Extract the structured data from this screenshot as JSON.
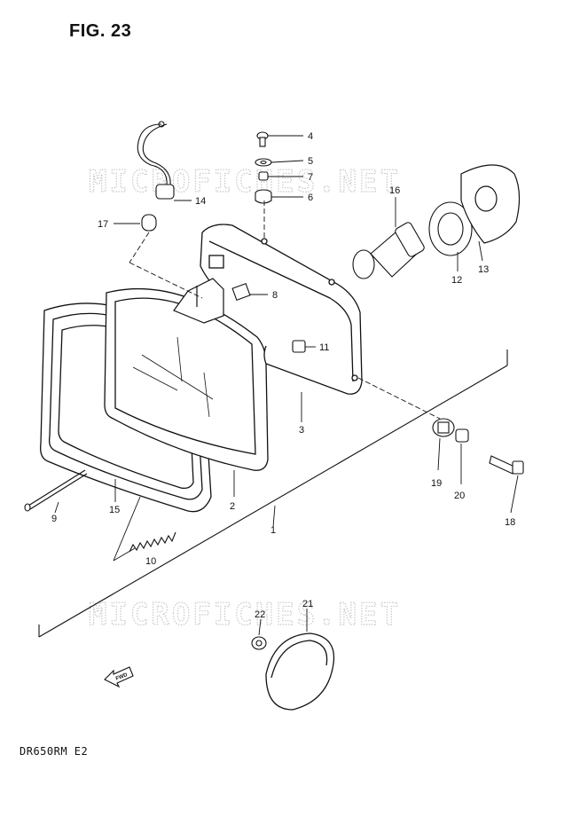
{
  "figure": {
    "title": "FIG. 23",
    "model_code": "DR650RM  E2"
  },
  "watermark": {
    "text": "MICROFICHES.NET"
  },
  "fwd_arrow": {
    "label": "FWD"
  },
  "callouts": [
    {
      "id": "c1",
      "label": "1"
    },
    {
      "id": "c2",
      "label": "2"
    },
    {
      "id": "c3",
      "label": "3"
    },
    {
      "id": "c4",
      "label": "4"
    },
    {
      "id": "c5",
      "label": "5"
    },
    {
      "id": "c6",
      "label": "6"
    },
    {
      "id": "c7",
      "label": "7"
    },
    {
      "id": "c8",
      "label": "8"
    },
    {
      "id": "c9",
      "label": "9"
    },
    {
      "id": "c10",
      "label": "10"
    },
    {
      "id": "c11",
      "label": "11"
    },
    {
      "id": "c12",
      "label": "12"
    },
    {
      "id": "c13",
      "label": "13"
    },
    {
      "id": "c14",
      "label": "14"
    },
    {
      "id": "c15",
      "label": "15"
    },
    {
      "id": "c16",
      "label": "16"
    },
    {
      "id": "c17",
      "label": "17"
    },
    {
      "id": "c18",
      "label": "18"
    },
    {
      "id": "c19",
      "label": "19"
    },
    {
      "id": "c20",
      "label": "20"
    },
    {
      "id": "c21",
      "label": "21"
    },
    {
      "id": "c22",
      "label": "22"
    }
  ]
}
